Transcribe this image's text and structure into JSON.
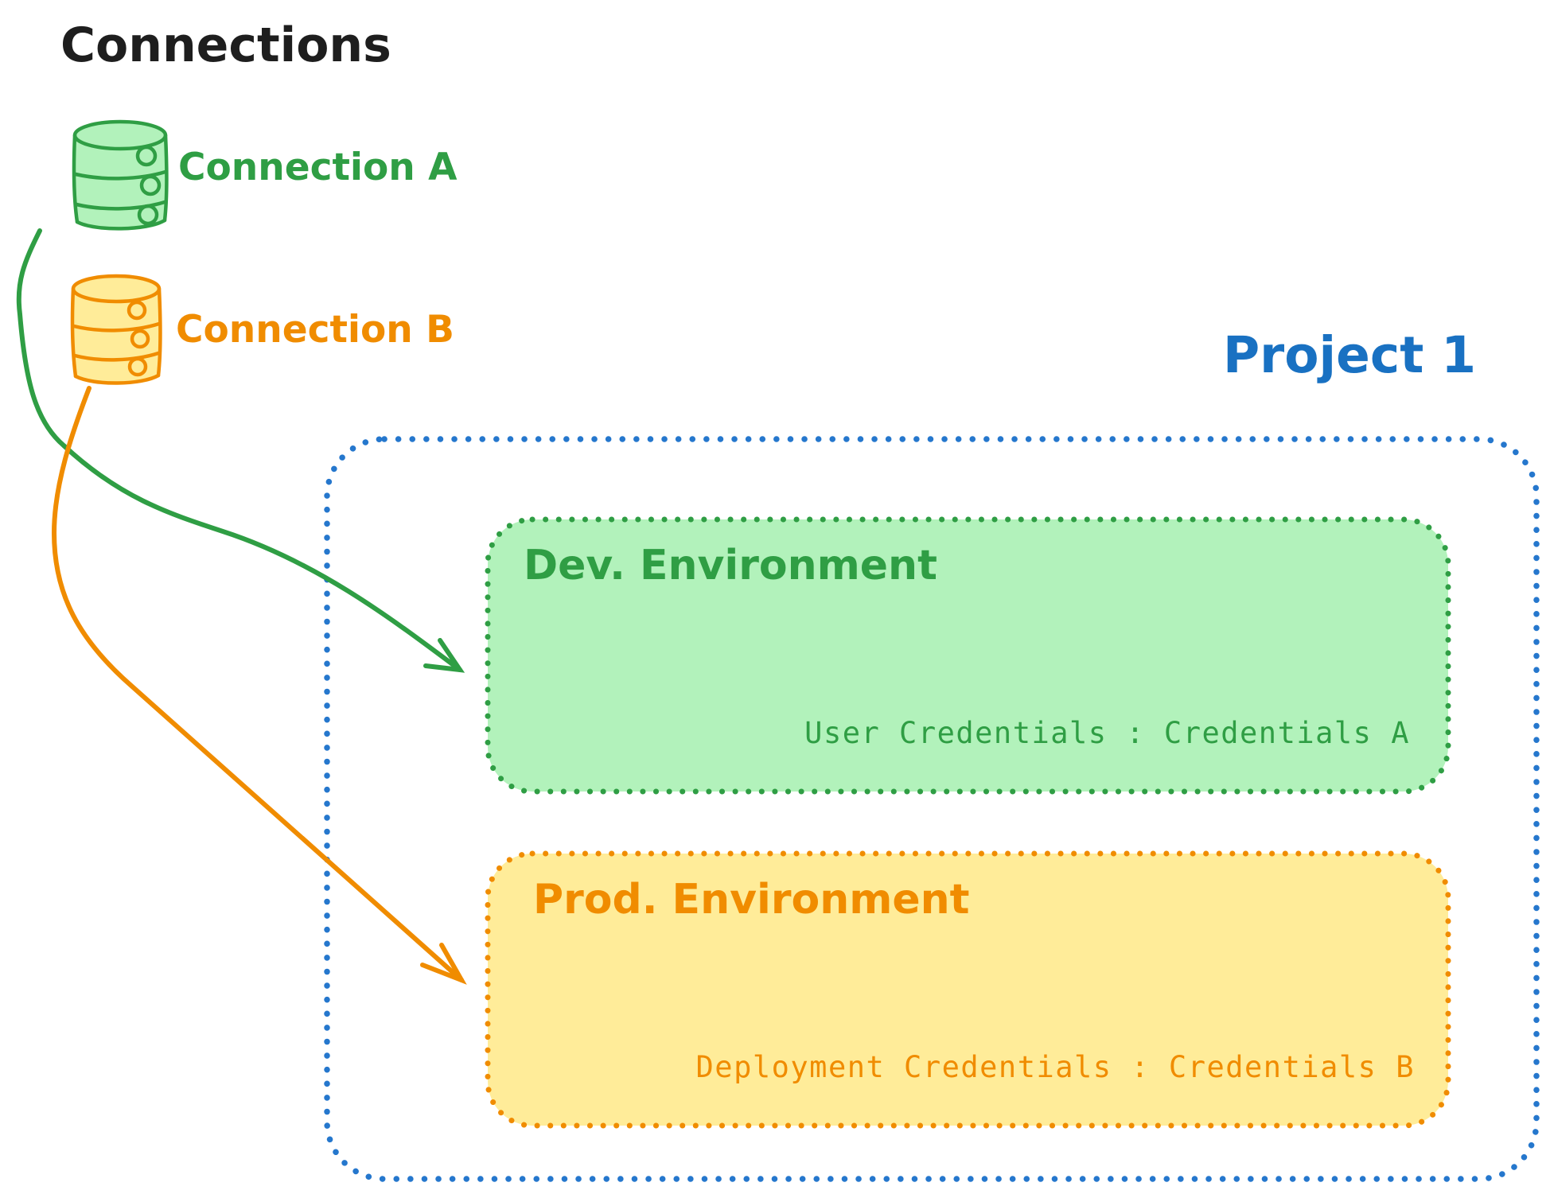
{
  "title": "Connections",
  "colors": {
    "ink": "#1e1e1e",
    "green": "#2f9e44",
    "green_fill": "#b2f2bb",
    "orange": "#f08c00",
    "orange_fill": "#ffec99",
    "blue": "#2577cd",
    "blue_text": "#1971c2"
  },
  "connections": [
    {
      "label": "Connection A"
    },
    {
      "label": "Connection B"
    }
  ],
  "project": {
    "label": "Project 1",
    "environments": [
      {
        "title": "Dev. Environment",
        "credentials": "User Credentials : Credentials A"
      },
      {
        "title": "Prod. Environment",
        "credentials": "Deployment Credentials : Credentials B"
      }
    ]
  }
}
